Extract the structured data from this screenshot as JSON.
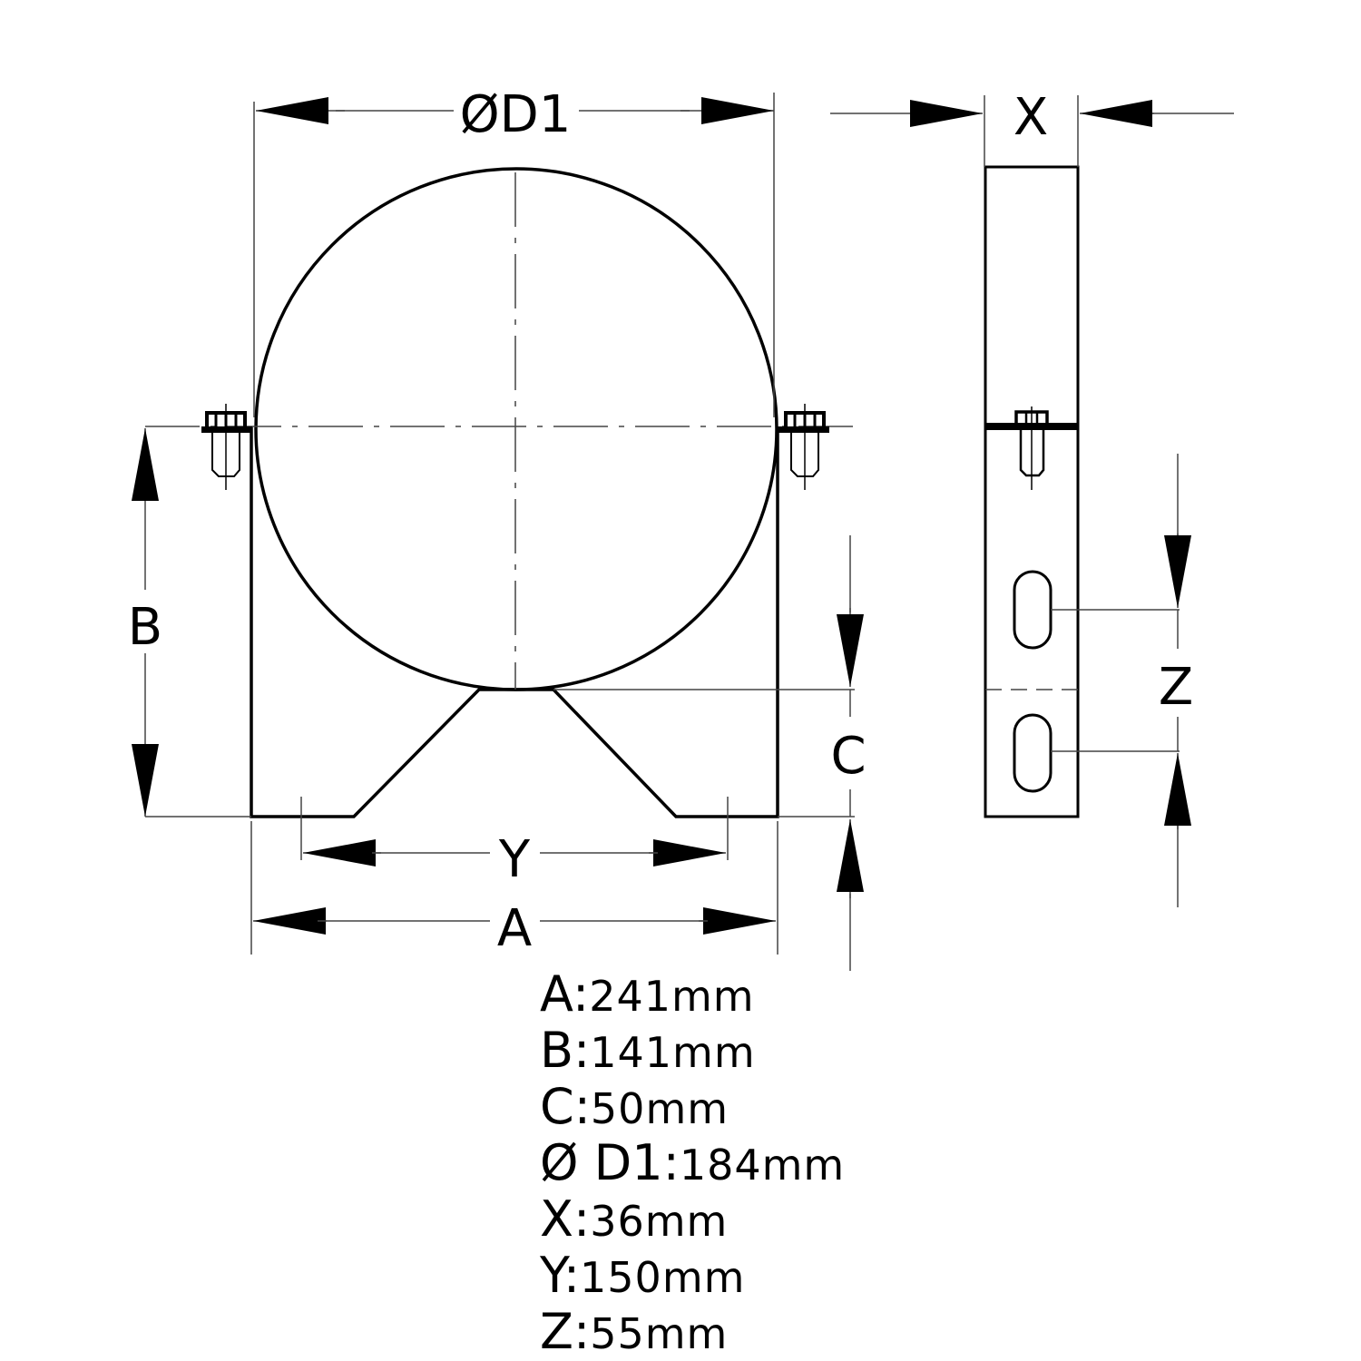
{
  "labels": {
    "d1": "ØD1",
    "a": "A",
    "b": "B",
    "c": "C",
    "x": "X",
    "y": "Y",
    "z": "Z"
  },
  "legend": [
    {
      "key": "A:",
      "value": "241mm"
    },
    {
      "key": "B:",
      "value": "141mm"
    },
    {
      "key": "C:",
      "value": "50mm"
    },
    {
      "key": "Ø D1:",
      "value": "184mm"
    },
    {
      "key": "X:",
      "value": "36mm"
    },
    {
      "key": "Y:",
      "value": "150mm"
    },
    {
      "key": "Z:",
      "value": "55mm"
    }
  ]
}
